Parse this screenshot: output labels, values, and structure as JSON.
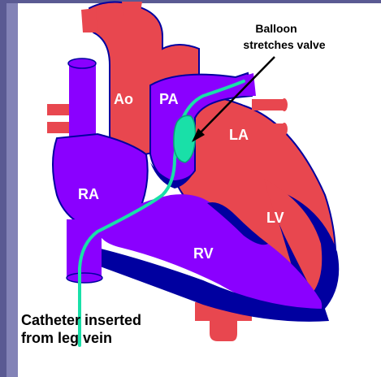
{
  "labels": {
    "ao": "Ao",
    "pa": "PA",
    "la": "LA",
    "ra": "RA",
    "lv": "LV",
    "rv": "RV"
  },
  "annotations": {
    "balloon_line1": "Balloon",
    "balloon_line2": "stretches valve",
    "catheter_line1": "Catheter inserted",
    "catheter_line2": "from leg vein"
  },
  "colors": {
    "background": "#5a5a93",
    "panel": "#ffffff",
    "oxygenated": "#e8474f",
    "deoxygenated": "#8a00ff",
    "outline": "#0000a0",
    "catheter": "#19e0a8"
  }
}
